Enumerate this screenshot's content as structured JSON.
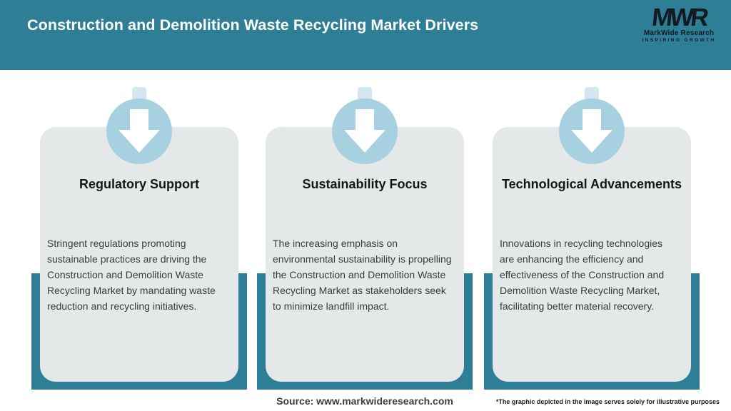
{
  "header": {
    "title": "Construction and Demolition Waste Recycling Market Drivers",
    "logo": {
      "monogram": "MWR",
      "name": "MarkWide Research",
      "tagline": "INSPIRING GROWTH"
    }
  },
  "cards": [
    {
      "icon": "down-arrow-icon",
      "title": "Regulatory Support",
      "description": "Stringent regulations promoting sustainable practices are driving the Construction and Demolition Waste Recycling Market by mandating waste reduction and recycling initiatives."
    },
    {
      "icon": "down-arrow-icon",
      "title": "Sustainability Focus",
      "description": "The increasing emphasis on environmental sustainability is propelling the Construction and Demolition Waste Recycling Market as stakeholders seek to minimize landfill impact."
    },
    {
      "icon": "down-arrow-icon",
      "title": "Technological Advancements",
      "description": "Innovations in recycling technologies are enhancing the efficiency and effectiveness of the Construction and Demolition Waste Recycling Market, facilitating better material recovery."
    }
  ],
  "footer": {
    "source": "Source: www.markwideresearch.com",
    "disclaimer": "*The graphic depicted in the image serves solely for illustrative purposes"
  },
  "colors": {
    "teal": "#2e7f95",
    "circle_blue": "#a7d0e0",
    "card_bg": "#e5e8e9",
    "header_text": "#ffffff",
    "title_text": "#161616",
    "body_text": "#3b3b3b",
    "logo_text": "#121a23"
  }
}
